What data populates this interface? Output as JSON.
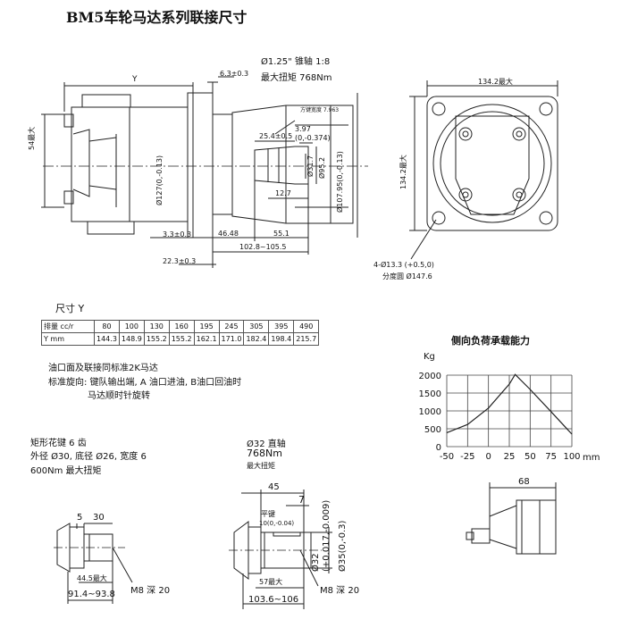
{
  "title": "BM5车轮马达系列联接尺寸",
  "top_view": {
    "shaft_spec": "Ø1.25\" 锥轴 1:8",
    "max_torque": "最大扭矩 768Nm",
    "dims": {
      "y": "Y",
      "d63": "6.3±0.3",
      "d54": "54最大",
      "key": "方键宽度 7.963",
      "d254": "25.4±0.5",
      "d397": "3.97",
      "d397tol": "(0,-0.374)",
      "d127": "Ø127(0,-0.13)",
      "d1079": "Ø107.95(0,-0.13)",
      "d952": "Ø95.2",
      "d317": "Ø31.7",
      "d127s": "12.7",
      "d33": "3.3±0.3",
      "d4648": "46.48",
      "d551": "55.1",
      "d223": "22.3±0.3",
      "d1028": "102.8~105.5"
    }
  },
  "flange_view": {
    "width": "134.2最大",
    "height": "134.2最大",
    "holes": "4-Ø13.3 (+0.5,0)",
    "pcd": "分度圆 Ø147.6"
  },
  "table": {
    "caption": "尺寸 Y",
    "row1_label": "排量 cc/r",
    "row1": [
      "80",
      "100",
      "130",
      "160",
      "195",
      "245",
      "305",
      "395",
      "490"
    ],
    "row2_label": "Y mm",
    "row2": [
      "144.3",
      "148.9",
      "155.2",
      "155.2",
      "162.1",
      "171.0",
      "182.4",
      "198.4",
      "215.7"
    ]
  },
  "notes": {
    "line1": "油口面及联接同标准2K马达",
    "line2": "标准旋向: 键队输出端, A 油口进油, B油口回油时",
    "line3": "马达顺时针旋转"
  },
  "chart_data": {
    "type": "line",
    "title": "侧向负荷承载能力",
    "ylabel": "Kg",
    "xlabel": "mm",
    "y_ticks": [
      "2000",
      "1500",
      "1000",
      "500",
      "0"
    ],
    "x_ticks": [
      "-50",
      "-25",
      "0",
      "25",
      "50",
      "75",
      "100"
    ],
    "xlim": [
      -50,
      100
    ],
    "ylim": [
      0,
      2000
    ],
    "x": [
      -50,
      -25,
      0,
      25,
      32,
      50,
      75,
      100
    ],
    "y": [
      390,
      620,
      1080,
      1750,
      2020,
      1600,
      980,
      350
    ],
    "grid": true
  },
  "spline_shaft": {
    "spec1": "矩形花键 6 齿",
    "spec2": "外径 Ø30, 底径 Ø26, 宽度 6",
    "torque": "600Nm 最大扭矩",
    "d5": "5",
    "d30": "30",
    "d445": "44.5最大",
    "d914": "91.4~93.8",
    "m8": "M8 深 20"
  },
  "straight_shaft": {
    "spec1": "Ø32 直轴",
    "torque": "768Nm",
    "torque_label": "最大扭矩",
    "d45": "45",
    "d7": "7",
    "key": "平键",
    "key_tol": "10(0,-0.04)",
    "d32": "Ø32",
    "d32tol": "(+0.017,-0.009)",
    "d35": "Ø35(0,-0.3)",
    "d57": "57最大",
    "d1036": "103.6~106",
    "m8": "M8 深 20"
  },
  "side_view": {
    "d68": "68"
  }
}
